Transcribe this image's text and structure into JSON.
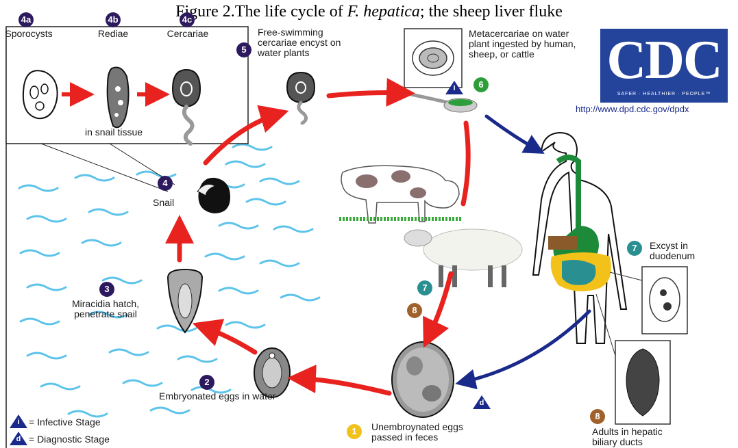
{
  "figure": {
    "title_prefix": "Figure 2.The life cycle of ",
    "title_species": "F. hepatica",
    "title_suffix": "; the sheep liver fluke"
  },
  "logo": {
    "text": "CDC",
    "tagline": "SAFER · HEALTHIER · PEOPLE™",
    "url": "http://www.dpd.cdc.gov/dpdx",
    "color": "#24449b"
  },
  "stages": {
    "s4a": {
      "badge": "4a",
      "label": "Sporocysts"
    },
    "s4b": {
      "badge": "4b",
      "label": "Rediae"
    },
    "s4c": {
      "badge": "4c",
      "label": "Cercariae"
    },
    "snail_tissue": "in snail tissue",
    "s5": {
      "badge": "5",
      "label": "Free-swimming cercariae encyst on water plants"
    },
    "s6": {
      "badge": "6",
      "label": "Metacercariae on water plant ingested by human, sheep, or cattle"
    },
    "s4": {
      "badge": "4",
      "label": "Snail"
    },
    "s3": {
      "badge": "3",
      "label": "Miracidia hatch, penetrate snail"
    },
    "s2": {
      "badge": "2",
      "label": "Embryonated eggs in water"
    },
    "s1": {
      "badge": "1",
      "label": "Unembroynated eggs passed in feces"
    },
    "s7_host": {
      "badge": "7"
    },
    "s8_host": {
      "badge": "8"
    },
    "s7": {
      "badge": "7",
      "label": "Excyst in duodenum"
    },
    "s8": {
      "badge": "8",
      "label": "Adults in hepatic biliary ducts"
    }
  },
  "legend": {
    "infective_symbol": "i",
    "infective_label": "= Infective Stage",
    "diagnostic_symbol": "d",
    "diagnostic_label": "= Diagnostic Stage"
  },
  "colors": {
    "red_arrow": "#e8231f",
    "blue_arrow": "#1a2a8a",
    "water": "#5cc3ea",
    "gut_green": "#1d8a3a",
    "gut_yellow": "#f2c21b",
    "gut_teal": "#2a8f91",
    "liver_brown": "#8b5a2b"
  }
}
